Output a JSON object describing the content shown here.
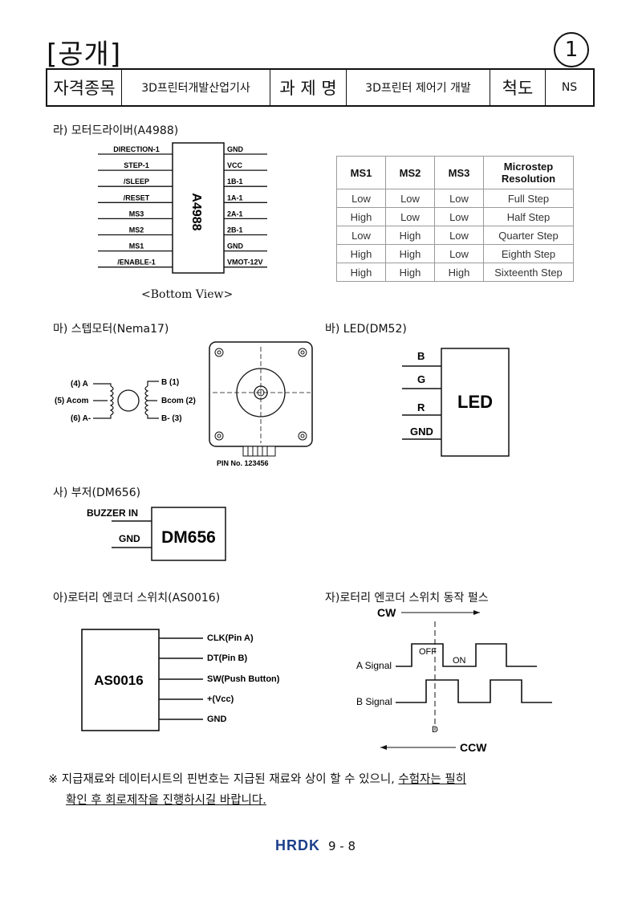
{
  "header": {
    "tag": "[공개]",
    "page_marker": "1",
    "cells": [
      "자격종목",
      "3D프린터개발산업기사",
      "과 제 명",
      "3D프린터 제어기 개발",
      "척도",
      "NS"
    ]
  },
  "sections": {
    "driver": "라) 모터드라이버(A4988)",
    "stepper": "마) 스텝모터(Nema17)",
    "led": "바) LED(DM52)",
    "buzzer": "사) 부저(DM656)",
    "encoder": "아)로터리 엔코더 스위치(AS0016)",
    "pulse": "자)로터리 엔코더 스위치 동작 펄스"
  },
  "a4988": {
    "chip": "A4988",
    "left_pins": [
      "DIRECTION-1",
      "STEP-1",
      "/SLEEP",
      "/RESET",
      "MS3",
      "MS2",
      "MS1",
      "/ENABLE-1"
    ],
    "right_pins": [
      "GND",
      "VCC",
      "1B-1",
      "1A-1",
      "2A-1",
      "2B-1",
      "GND",
      "VMOT-12V"
    ],
    "caption": "<Bottom View>"
  },
  "microstep": {
    "headers": [
      "MS1",
      "MS2",
      "MS3",
      "Microstep Resolution"
    ],
    "rows": [
      [
        "Low",
        "Low",
        "Low",
        "Full Step"
      ],
      [
        "High",
        "Low",
        "Low",
        "Half Step"
      ],
      [
        "Low",
        "High",
        "Low",
        "Quarter Step"
      ],
      [
        "High",
        "High",
        "Low",
        "Eighth Step"
      ],
      [
        "High",
        "High",
        "High",
        "Sixteenth Step"
      ]
    ]
  },
  "stepper": {
    "left_labels": [
      "(4) A",
      "(5) Acom",
      "(6) A-"
    ],
    "right_labels": [
      "B (1)",
      "Bcom (2)",
      "B- (3)"
    ],
    "pin_caption": "PIN No. 123456"
  },
  "led": {
    "label": "LED",
    "pins": [
      "B",
      "G",
      "R",
      "GND"
    ]
  },
  "buzzer": {
    "label": "DM656",
    "pins": [
      "BUZZER IN",
      "GND"
    ]
  },
  "encoder": {
    "label": "AS0016",
    "pins": [
      "CLK(Pin A)",
      "DT(Pin B)",
      "SW(Push Button)",
      "+(Vcc)",
      "GND"
    ]
  },
  "pulse": {
    "cw": "CW",
    "ccw": "CCW",
    "a_signal": "A Signal",
    "b_signal": "B Signal",
    "off": "OFF",
    "on": "ON",
    "d": "D"
  },
  "note": {
    "mark": "※",
    "text1": "지급재료와 데이터시트의 핀번호는 지급된 재료와 상이 할 수 있으니,",
    "text1_u": "수험자는 필히",
    "text2_u": "확인 후 회로제작을 진행하시길 바랍니다."
  },
  "footer": {
    "logo": "HRDK",
    "page": "9 - 8"
  },
  "colors": {
    "logo": "#1c3f8a",
    "table_border": "#9a9a9a"
  }
}
